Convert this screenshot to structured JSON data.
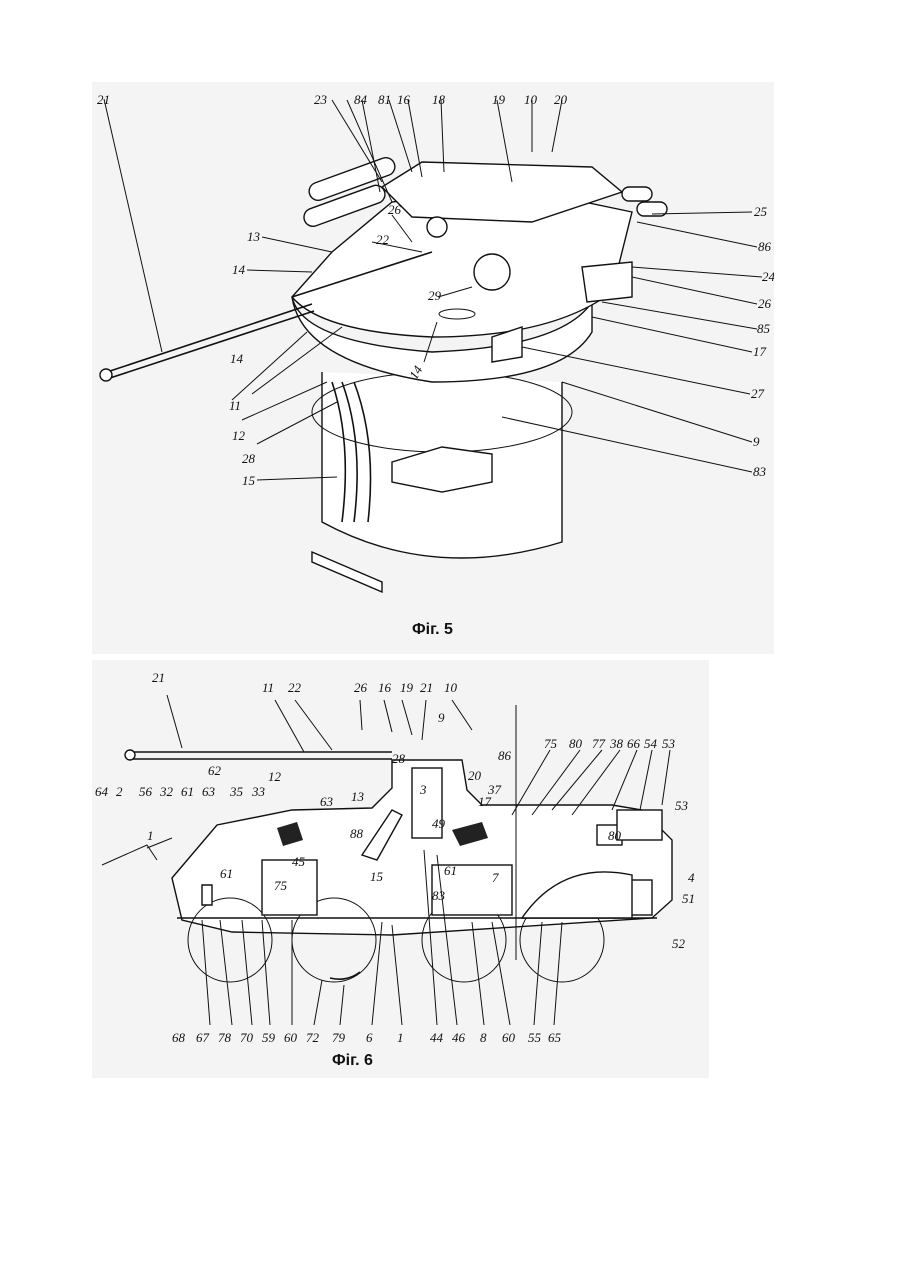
{
  "figures": [
    {
      "caption": "Фіг. 5",
      "labels": [
        "21",
        "23",
        "84",
        "81",
        "16",
        "18",
        "19",
        "10",
        "20",
        "25",
        "86",
        "24",
        "26",
        "85",
        "17",
        "27",
        "9",
        "83",
        "13",
        "14",
        "22",
        "26",
        "29",
        "14",
        "14",
        "11",
        "12",
        "28",
        "15"
      ]
    },
    {
      "caption": "Фіг. 6",
      "labels": [
        "21",
        "11",
        "22",
        "26",
        "16",
        "19",
        "21",
        "10",
        "9",
        "86",
        "20",
        "17",
        "75",
        "80",
        "77",
        "38",
        "66",
        "54",
        "53",
        "53",
        "4",
        "51",
        "52",
        "62",
        "12",
        "13",
        "63",
        "28",
        "3",
        "37",
        "49",
        "88",
        "80",
        "64",
        "2",
        "56",
        "32",
        "61",
        "63",
        "35",
        "33",
        "1",
        "61",
        "45",
        "75",
        "15",
        "61",
        "83",
        "7",
        "68",
        "67",
        "78",
        "70",
        "59",
        "60",
        "72",
        "79",
        "6",
        "1",
        "44",
        "46",
        "8",
        "60",
        "55",
        "65"
      ]
    }
  ]
}
